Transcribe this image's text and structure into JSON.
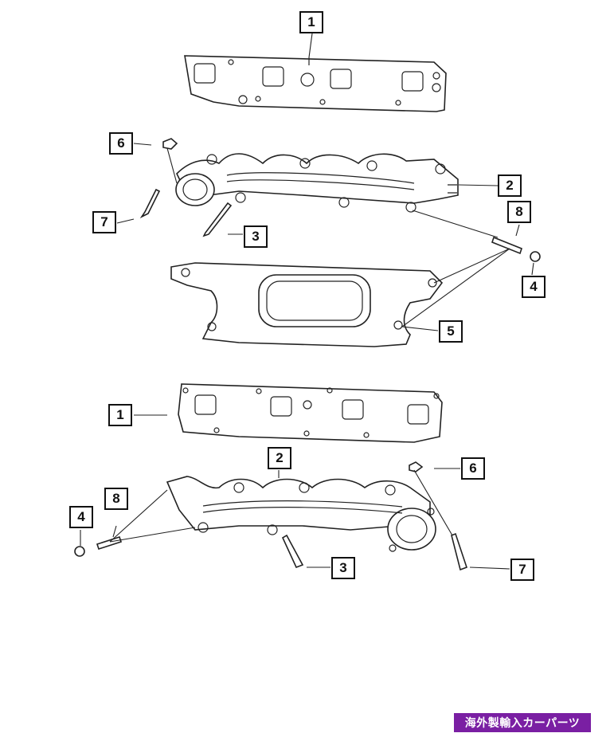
{
  "callouts": {
    "top_gasket": "1",
    "upper_manifold": "2",
    "upper_bolt_bottom": "3",
    "upper_nut": "4",
    "heat_shield": "5",
    "upper_stud_small": "6",
    "upper_bolt_left": "7",
    "upper_stud": "8",
    "lower_gasket": "1",
    "lower_manifold": "2",
    "lower_bolt": "3",
    "lower_nut": "4",
    "lower_stud_small": "6",
    "lower_bolt_right": "7",
    "lower_stud": "8"
  },
  "watermark": "海外製輸入カーパーツ"
}
